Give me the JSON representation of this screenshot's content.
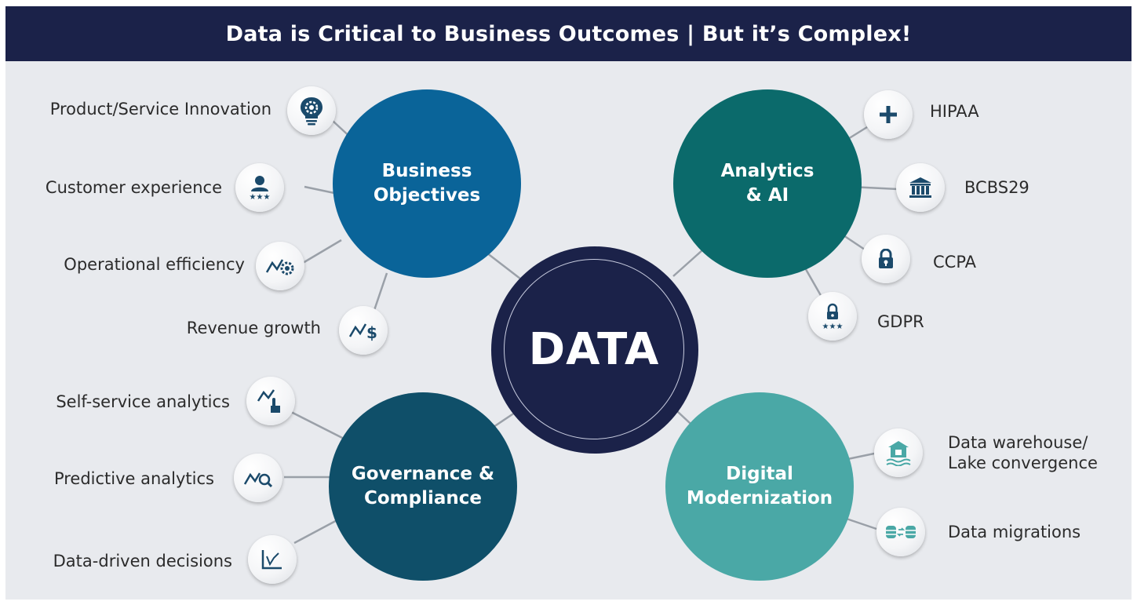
{
  "title": "Data is Critical to Business Outcomes | But it’s Complex!",
  "center": "DATA",
  "hubs": {
    "business": "Business\nObjectives",
    "analytics": "Analytics\n& AI",
    "governance": "Governance &\nCompliance",
    "digital": "Digital\nModernization"
  },
  "business_items": [
    {
      "label": "Product/Service Innovation",
      "icon": "lightbulb-gear-icon"
    },
    {
      "label": "Customer experience",
      "icon": "customer-rating-icon"
    },
    {
      "label": "Operational efficiency",
      "icon": "trend-gear-icon"
    },
    {
      "label": "Revenue growth",
      "icon": "trend-dollar-icon"
    }
  ],
  "analytics_items": [
    {
      "label": "HIPAA",
      "icon": "medical-cross-icon"
    },
    {
      "label": "BCBS29",
      "icon": "bank-icon"
    },
    {
      "label": "CCPA",
      "icon": "lock-icon"
    },
    {
      "label": "GDPR",
      "icon": "lock-stars-icon"
    }
  ],
  "governance_items": [
    {
      "label": "Self-service analytics",
      "icon": "trend-hand-icon"
    },
    {
      "label": "Predictive analytics",
      "icon": "trend-search-icon"
    },
    {
      "label": "Data-driven decisions",
      "icon": "chart-icon"
    }
  ],
  "digital_items": [
    {
      "label": "Data warehouse/\nLake convergence",
      "icon": "warehouse-lake-icon"
    },
    {
      "label": "Data migrations",
      "icon": "database-transfer-icon"
    }
  ],
  "colors": {
    "header": "#1b2249",
    "business": "#0a6499",
    "analytics": "#0b6a6b",
    "governance": "#0f4f69",
    "digital": "#4aa8a6",
    "icon": "#1b4a6b"
  }
}
